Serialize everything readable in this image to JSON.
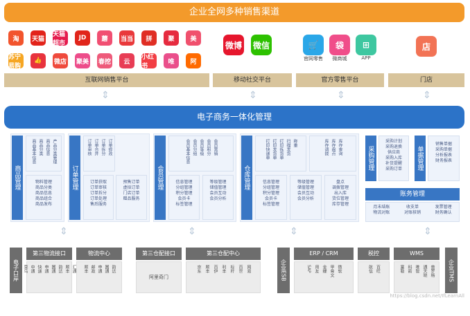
{
  "banner": "企业全网多种销售渠道",
  "internet_icons": [
    {
      "name": "taobao-icon",
      "text": "淘",
      "color": "#f2542d"
    },
    {
      "name": "tmall-icon",
      "text": "天猫",
      "color": "#e2231a"
    },
    {
      "name": "tmall-supermarket-icon",
      "text": "天猫超市",
      "color": "#e51c4e"
    },
    {
      "name": "jd-icon",
      "text": "JD",
      "color": "#e1251b"
    },
    {
      "name": "mogujie-icon",
      "text": "蘑",
      "color": "#f14f72"
    },
    {
      "name": "dangdang-icon",
      "text": "当当",
      "color": "#e9393b"
    },
    {
      "name": "pinduoduo-icon",
      "text": "拼",
      "color": "#e02e24"
    },
    {
      "name": "juhuasuan-icon",
      "text": "聚",
      "color": "#e62b3f"
    },
    {
      "name": "meilishuo-icon",
      "text": "美",
      "color": "#f0506d"
    },
    {
      "name": "suning-icon",
      "text": "苏宁易购",
      "color": "#f6a623"
    },
    {
      "name": "thumbs-up-icon",
      "text": "👍",
      "color": "#e8333d"
    },
    {
      "name": "weidian-icon",
      "text": "微店",
      "color": "#ef4a3c"
    },
    {
      "name": "jumei-icon",
      "text": "聚美",
      "color": "#ed4c8a"
    },
    {
      "name": "chunxi-icon",
      "text": "春挖",
      "color": "#ee5a7a"
    },
    {
      "name": "cloud-icon",
      "text": "云",
      "color": "#e83d55"
    },
    {
      "name": "xiaohongshu-icon",
      "text": "小红书",
      "color": "#f23e44"
    },
    {
      "name": "vip-icon",
      "text": "唯",
      "color": "#ea4f8b"
    },
    {
      "name": "alibaba-icon",
      "text": "阿",
      "color": "#ff6a00"
    }
  ],
  "social_icons": [
    {
      "name": "weibo-icon",
      "text": "微博",
      "color": "#e6162d"
    },
    {
      "name": "wechat-icon",
      "text": "微信",
      "color": "#2dc100"
    }
  ],
  "retail_icons": [
    {
      "name": "cart-icon",
      "text": "🛒",
      "color": "#2aa7e8",
      "label": "官网零售"
    },
    {
      "name": "bag-icon",
      "text": "袋",
      "color": "#f04e8a",
      "label": "微商城"
    },
    {
      "name": "app-icon",
      "text": "⊞",
      "color": "#3ec7a0",
      "label": "APP"
    }
  ],
  "store_icon": {
    "name": "store-icon",
    "text": "店",
    "color": "#f27355"
  },
  "platforms": [
    "互联网销售平台",
    "移动社交平台",
    "官方零售平台",
    "门店"
  ],
  "hub": "电子商务一体化管理",
  "modules": {
    "goods": {
      "title": "商品管理",
      "top": [
        "商品基本信息",
        "商品分类",
        "商品信息",
        "产品分类管理"
      ],
      "bottom": [
        "物料管理",
        "商品分类",
        "商品信息",
        "商品组合",
        "商品发布"
      ]
    },
    "order": {
      "title": "订单管理",
      "top": [
        "订单审核",
        "订单合并",
        "订单拆分",
        "订单修改"
      ],
      "bottom1": [
        "订单获取",
        "订单审核",
        "订单拆分",
        "订单处理",
        "售后服务"
      ],
      "bottom2": [
        "预售订单",
        "虚拟订单",
        "门店订单",
        "赠品服务"
      ]
    },
    "member": {
      "title": "会员管理",
      "top": [
        "会员基本信息",
        "会员分组",
        "会员等级",
        "会员积分",
        "会员营销"
      ],
      "bottom1": [
        "信息管理",
        "分组管理",
        "积分管理",
        "会员卡",
        "标签管理"
      ],
      "bottom2": [
        "等级管理",
        "储值管理",
        "会员互动",
        "会员分析"
      ]
    },
    "warehouse": {
      "title": "仓库管理",
      "top": [
        "打印快递单",
        "打印发货单",
        "打印拣货单",
        "扫描发货",
        "称重"
      ],
      "top2": [
        "库存调拨",
        "库存盘点",
        "库存查询"
      ],
      "bottom1": [
        "信息管理",
        "分组管理",
        "积分管理",
        "会员卡",
        "标签管理"
      ],
      "bottom2": [
        "等级管理",
        "储值管理",
        "会员互动",
        "会员分析"
      ],
      "bottom3": [
        "盘点",
        "调拨管理",
        "出入库",
        "货位管理",
        "库存管理"
      ]
    },
    "purchase": {
      "title": "采购管理",
      "items": [
        "采购计划",
        "采购退换",
        "供应商",
        "采购入库",
        "补货提醒",
        "采购订单"
      ]
    },
    "report": {
      "title": "单据管理",
      "items": [
        "销售单据",
        "采购单据",
        "分析报表",
        "财务报表"
      ]
    },
    "finance": {
      "title": "账务管理",
      "col1": [
        "月末结账",
        "物流对账"
      ],
      "col2": [
        "收支单",
        "对账核销"
      ],
      "col3": [
        "发票管理",
        "财务确认"
      ]
    }
  },
  "bottom": {
    "epos": "电子口岸",
    "logistics_api": {
      "title": "第三物流接口",
      "items": [
        "菜鸟",
        "中通",
        "快递",
        "申通",
        "圆通",
        "韵达",
        "顺丰",
        "汇通"
      ]
    },
    "logistics_center": {
      "title": "物流中心",
      "items": [
        "顺丰",
        "邮政",
        "申通",
        "圆通",
        "韵达"
      ]
    },
    "warehouse_api": {
      "title": "第三仓配接口",
      "item": "阿里奇门"
    },
    "warehouse_center": {
      "title": "第三仓配中心",
      "items": [
        "京东",
        "顺丰",
        "百伊",
        "利丰",
        "标杆",
        "百世",
        "网易"
      ]
    },
    "esb": "企业ESB",
    "erp": {
      "title": "ERP / CRM",
      "items": [
        "SAP",
        "用友",
        "金蝶",
        "甲骨文",
        "微软"
      ]
    },
    "tax": {
      "title": "税控",
      "items": [
        "航信",
        "百旺"
      ]
    },
    "wms": {
      "title": "WMS",
      "items": [
        "富勒",
        "科箭",
        "唯智",
        "通天晓",
        "普罗格"
      ]
    },
    "tms": "企业TMS"
  },
  "watermark": "https://blog.csdn.net/IfLearnAll"
}
